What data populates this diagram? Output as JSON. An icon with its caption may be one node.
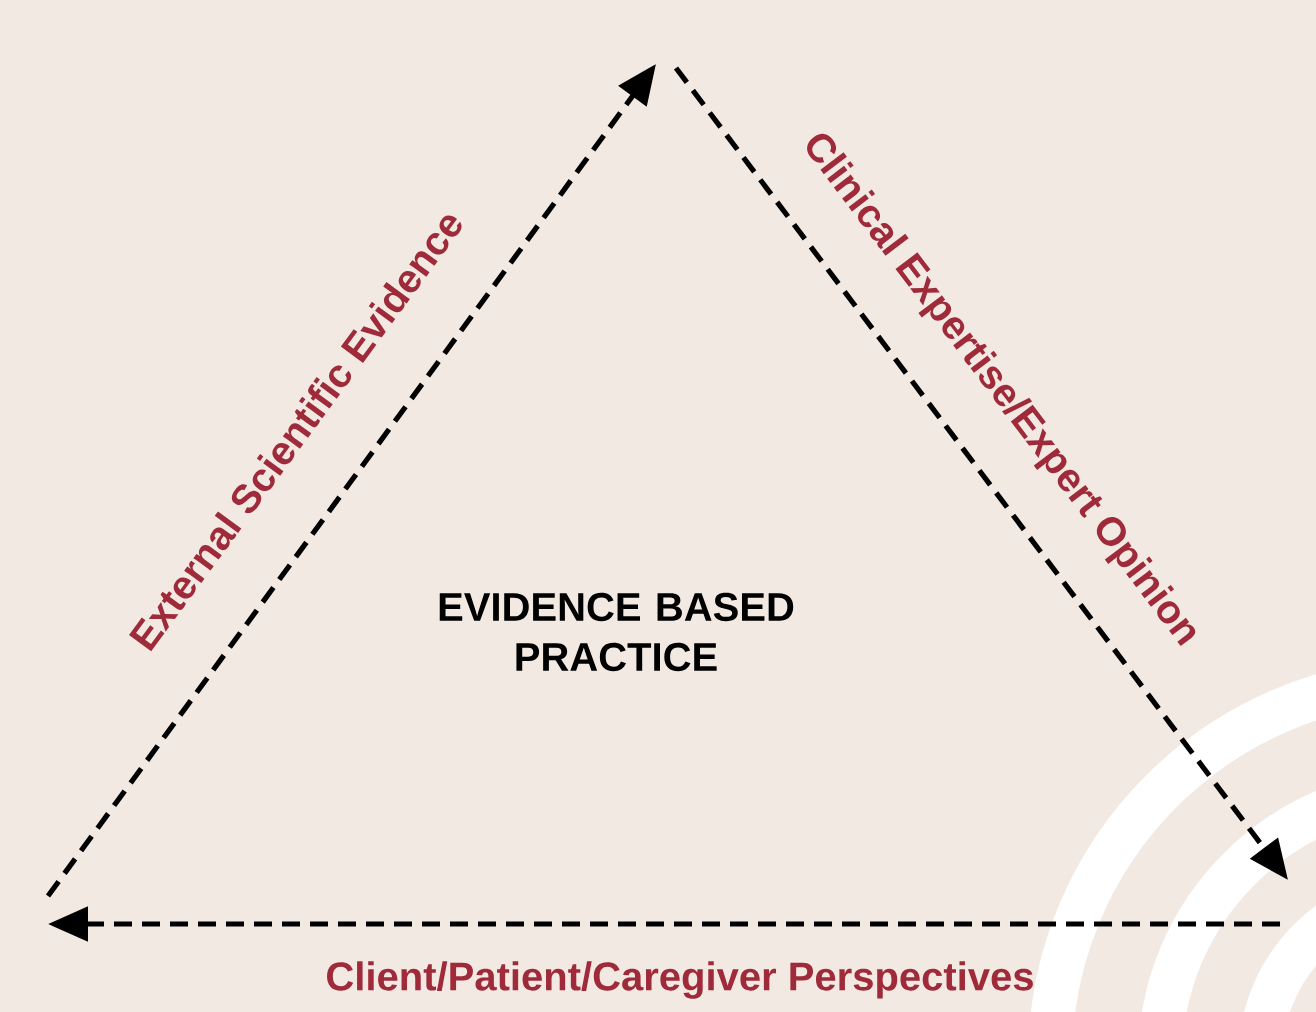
{
  "diagram": {
    "labels": [
      "External Scientific Evidence",
      "Clinical Expertise/Expert Opinion",
      "EVIDENCE BASED PRACTICE",
      "Client/Patient/Caregiver Perspectives"
    ]
  }
}
